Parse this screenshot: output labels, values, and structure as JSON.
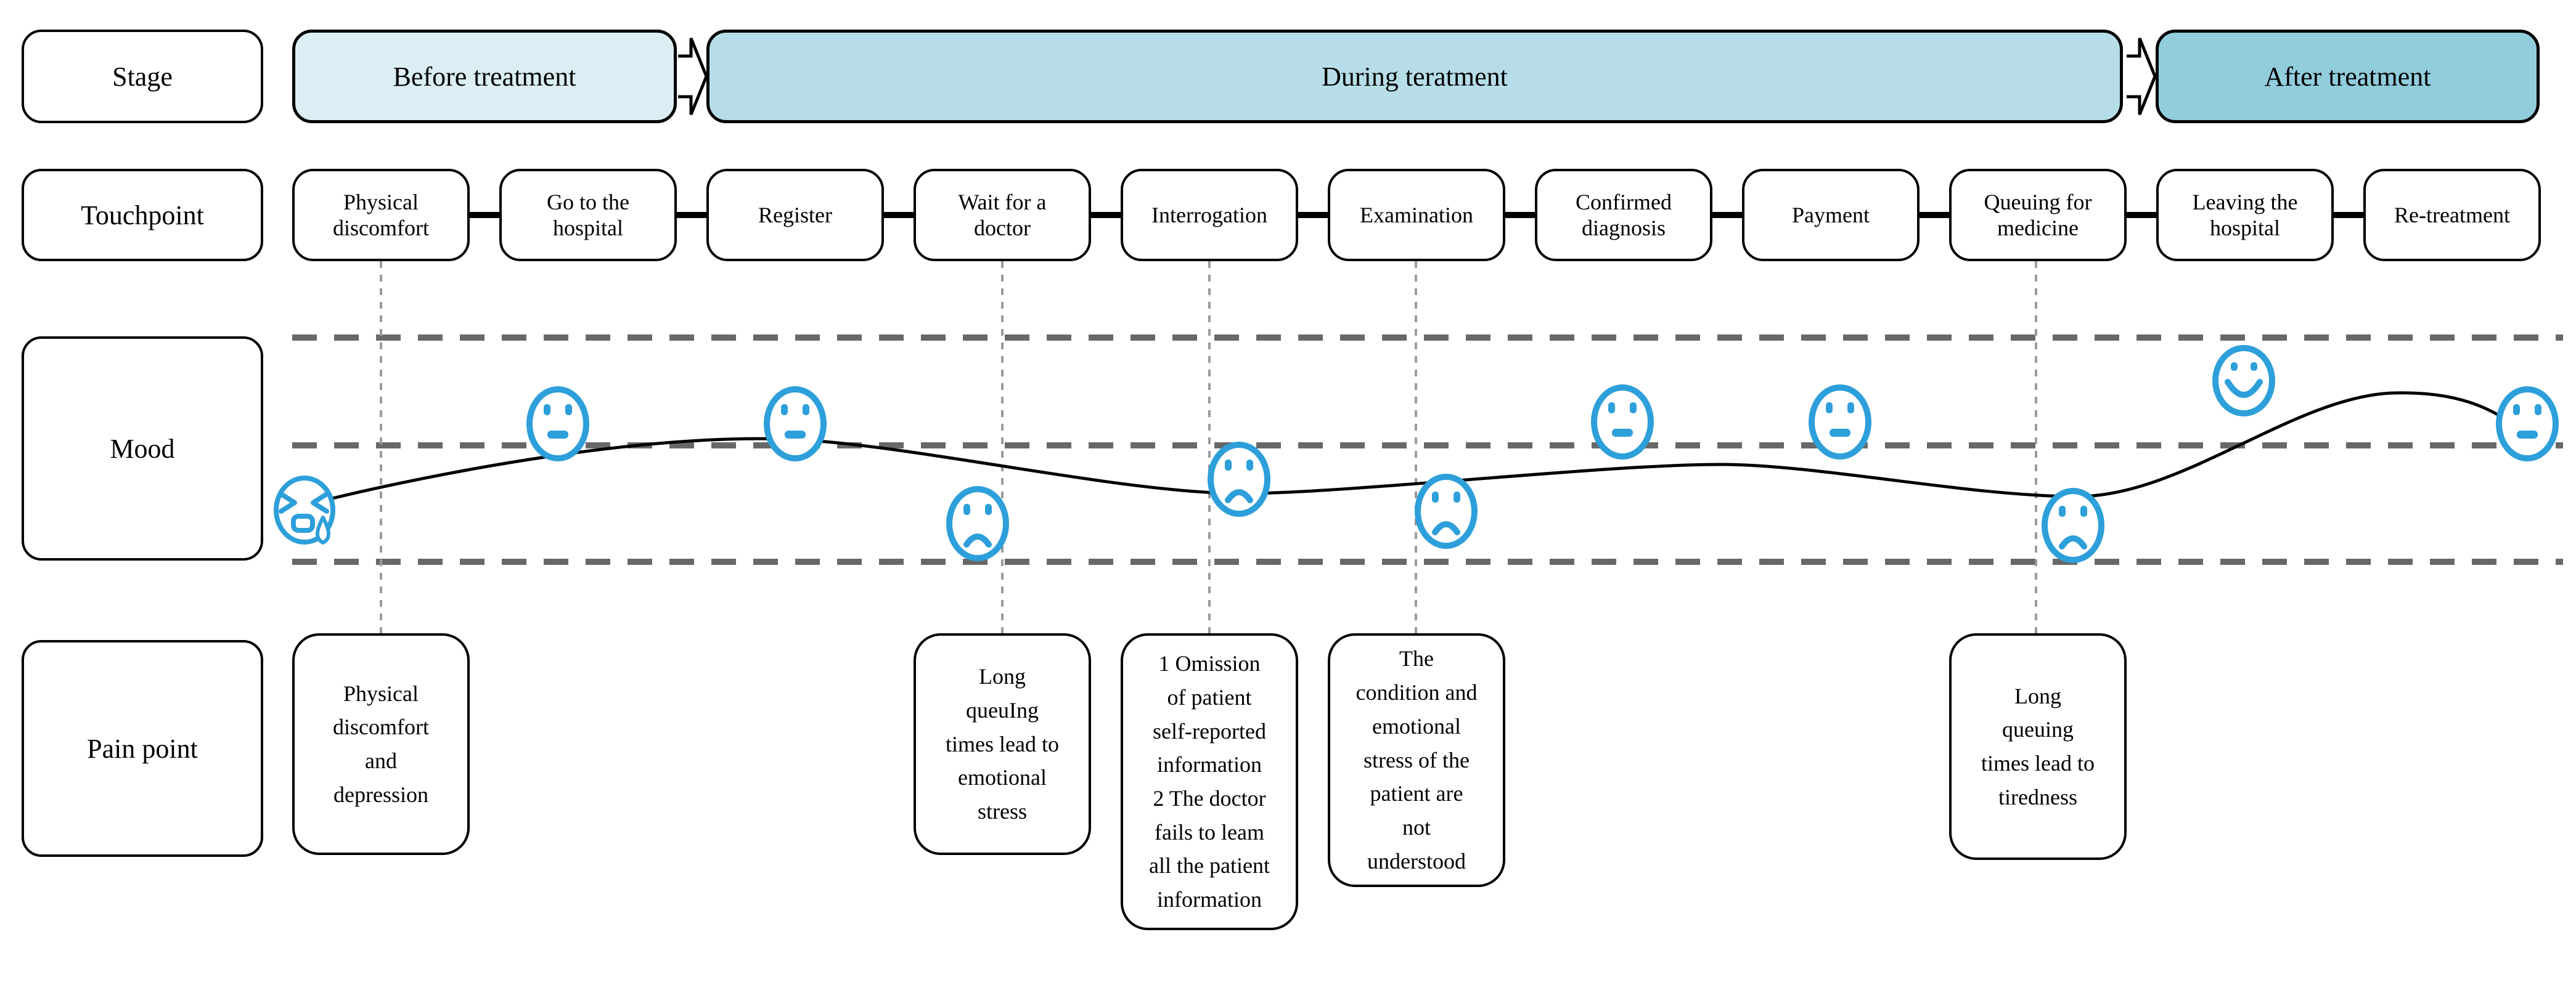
{
  "row_labels": {
    "stage": "Stage",
    "touchpoint": "Touchpoint",
    "mood": "Mood",
    "pain_point": "Pain point"
  },
  "stages": [
    {
      "label": "Before treatment",
      "fill": "#daeef3"
    },
    {
      "label": "During teratment",
      "fill": "#b7dee8"
    },
    {
      "label": "After treatment",
      "fill": "#92cddc"
    }
  ],
  "touchpoints": [
    {
      "label": "Physical\ndiscomfort",
      "mood": "crying"
    },
    {
      "label": "Go to the\nhospital",
      "mood": "neutral"
    },
    {
      "label": "Register",
      "mood": "neutral"
    },
    {
      "label": "Wait for a\ndoctor",
      "mood": "sad"
    },
    {
      "label": "Interrogation",
      "mood": "sad"
    },
    {
      "label": "Examination",
      "mood": "sad"
    },
    {
      "label": "Confirmed\ndiagnosis",
      "mood": "neutral"
    },
    {
      "label": "Payment",
      "mood": "neutral"
    },
    {
      "label": "Queuing for\nmedicine",
      "mood": "sad"
    },
    {
      "label": "Leaving the\nhospital",
      "mood": "happy"
    },
    {
      "label": "Re-treatment",
      "mood": "neutral"
    }
  ],
  "pain_points": [
    {
      "under": "Physical discomfort",
      "text": "Physical\ndiscomfort\nand\ndepression"
    },
    {
      "under": "Wait for a doctor",
      "text": "Long\nqueuIng\ntimes lead to\nemotional\nstress"
    },
    {
      "under": "Interrogation",
      "text": "1 Omission\nof patient\nself-reported\ninformation\n2 The doctor\nfails to leam\nall the patient\ninformation"
    },
    {
      "under": "Examination",
      "text": "The\ncondition and\nemotional\nstress of the\npatient are\nnot\nunderstood"
    },
    {
      "under": "Queuing for medicine",
      "text": "Long\nqueuing\ntimes lead to\ntiredness"
    }
  ],
  "mood_icons": {
    "crying": "crying-face-icon",
    "neutral": "neutral-face-icon",
    "sad": "sad-face-icon",
    "happy": "smiling-face-icon"
  },
  "colors": {
    "face_blue": "#2d9fda",
    "stage_before": "#daeef3",
    "stage_during": "#b7dee8",
    "stage_after": "#92cddc",
    "mood_gridline_gray": "#686868",
    "column_guide_gray": "#9a9a9a",
    "line_black": "#000000"
  }
}
